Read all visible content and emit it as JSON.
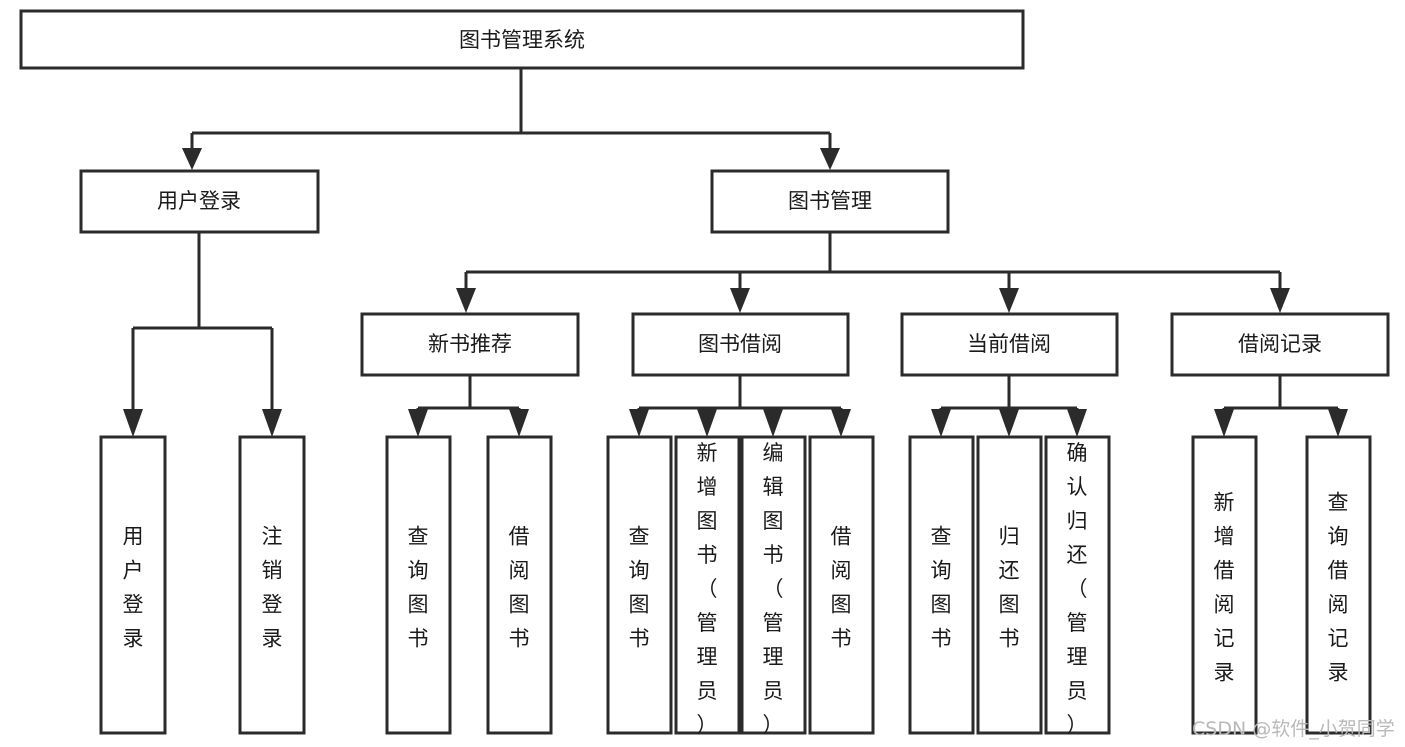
{
  "diagram": {
    "title": "图书管理系统",
    "type": "tree-hierarchy-diagram",
    "background_color": "#ffffff",
    "line_color": "#2b2b2b",
    "text_color": "#1a1a1a"
  },
  "root": {
    "label": "图书管理系统"
  },
  "level2": [
    {
      "label": "用户登录"
    },
    {
      "label": "图书管理"
    }
  ],
  "level3": [
    {
      "label": "新书推荐"
    },
    {
      "label": "图书借阅"
    },
    {
      "label": "当前借阅"
    },
    {
      "label": "借阅记录"
    }
  ],
  "leaves": {
    "user_login": [
      {
        "label": "用户登录"
      },
      {
        "label": "注销登录"
      }
    ],
    "new_book_recommend": [
      {
        "label": "查询图书"
      },
      {
        "label": "借阅图书"
      }
    ],
    "book_borrow": [
      {
        "label": "查询图书"
      },
      {
        "label": "新增图书（管理员）"
      },
      {
        "label": "编辑图书（管理员）"
      },
      {
        "label": "借阅图书"
      }
    ],
    "current_borrow": [
      {
        "label": "查询图书"
      },
      {
        "label": "归还图书"
      },
      {
        "label": "确认归还（管理员）"
      }
    ],
    "borrow_records": [
      {
        "label": "新增借阅记录"
      },
      {
        "label": "查询借阅记录"
      }
    ]
  },
  "watermark": {
    "text": "CSDN @软件_小贺同学",
    "color": "#b9b9b9"
  }
}
